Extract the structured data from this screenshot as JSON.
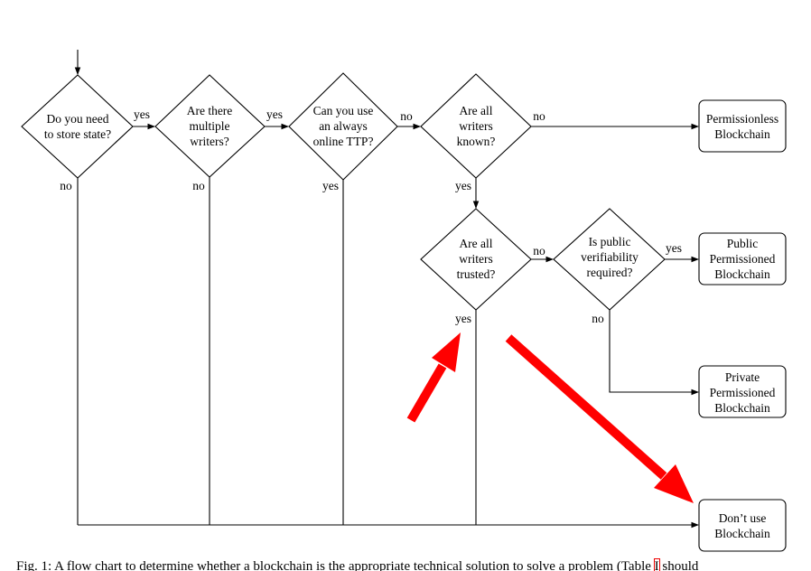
{
  "nodes": {
    "store_state": [
      "Do you need",
      "to store state?"
    ],
    "multiple_writers": [
      "Are there",
      "multiple",
      "writers?"
    ],
    "online_ttp": [
      "Can you use",
      "an always",
      "online TTP?"
    ],
    "writers_known": [
      "Are all",
      "writers",
      "known?"
    ],
    "writers_trusted": [
      "Are all",
      "writers",
      "trusted?"
    ],
    "public_verifiability": [
      "Is public",
      "verifiability",
      "required?"
    ],
    "permissionless": [
      "Permissionless",
      "Blockchain"
    ],
    "public_permissioned": [
      "Public",
      "Permissioned",
      "Blockchain"
    ],
    "private_permissioned": [
      "Private",
      "Permissioned",
      "Blockchain"
    ],
    "dont_use": [
      "Don’t use",
      "Blockchain"
    ]
  },
  "edge_labels": {
    "store_state_yes": "yes",
    "store_state_no": "no",
    "multiple_writers_yes": "yes",
    "multiple_writers_no": "no",
    "online_ttp_no": "no",
    "online_ttp_yes": "yes",
    "writers_known_no": "no",
    "writers_known_yes": "yes",
    "writers_trusted_no": "no",
    "writers_trusted_yes": "yes",
    "public_verifiability_yes": "yes",
    "public_verifiability_no": "no"
  },
  "caption": {
    "before": "Fig. 1: A flow chart to determine whether a blockchain is the appropriate technical solution to solve a problem (Table ",
    "ref": "I",
    "after": " should"
  },
  "colors": {
    "annotation_arrow": "#ff0000"
  }
}
